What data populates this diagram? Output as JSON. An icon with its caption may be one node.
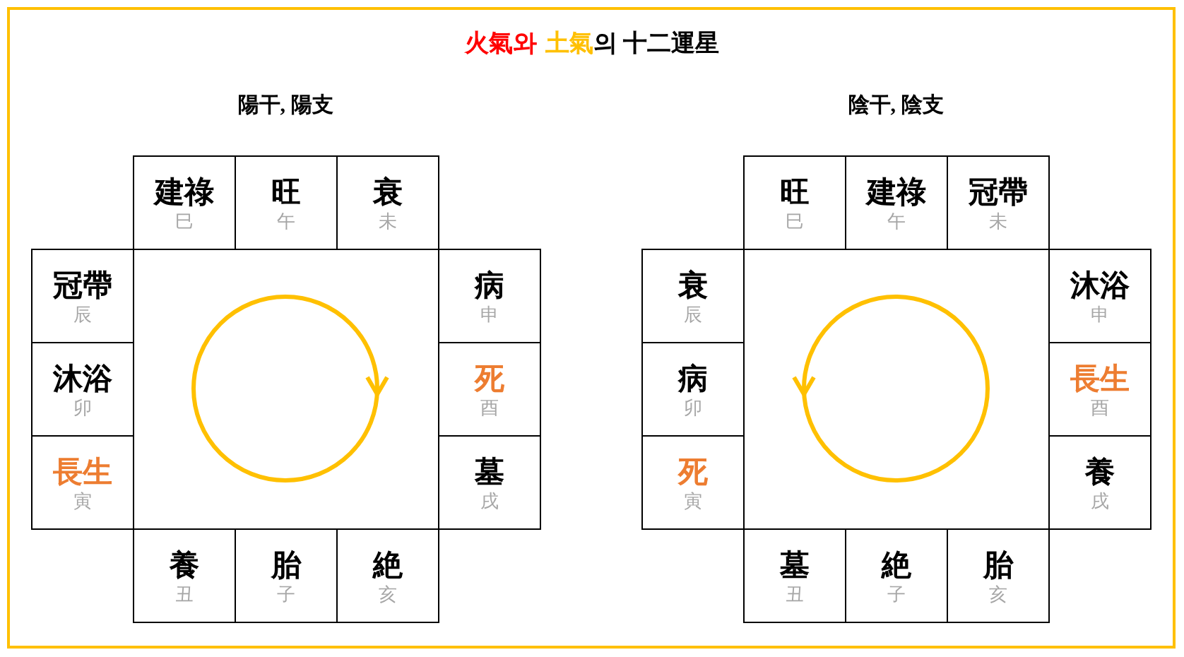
{
  "diagram": {
    "nodes": [
      {
        "text": [
          "建祿",
          "巳"
        ]
      },
      {
        "text": [
          "旺",
          "午"
        ]
      },
      {
        "text": [
          "衰",
          "未"
        ]
      },
      {
        "text": [
          "冠帶",
          "辰"
        ]
      },
      {
        "text": [
          "病",
          "申"
        ]
      },
      {
        "text": [
          "沐浴",
          "卯"
        ]
      },
      {
        "text": [
          "死",
          "酉"
        ]
      },
      {
        "text": [
          "長生",
          "寅"
        ]
      },
      {
        "text": [
          "墓",
          "戌"
        ]
      },
      {
        "text": [
          "養",
          "丑"
        ]
      },
      {
        "text": [
          "胎",
          "子"
        ]
      },
      {
        "text": [
          "絶",
          "亥"
        ]
      },
      {
        "text": [
          "旺",
          "巳"
        ]
      },
      {
        "text": [
          "建祿",
          "午"
        ]
      },
      {
        "text": [
          "冠帶",
          "未"
        ]
      },
      {
        "text": [
          "衰",
          "辰"
        ]
      },
      {
        "text": [
          "沐浴",
          "申"
        ]
      },
      {
        "text": [
          "病",
          "卯"
        ]
      },
      {
        "text": [
          "長生",
          "酉"
        ]
      },
      {
        "text": [
          "死",
          "寅"
        ]
      },
      {
        "text": [
          "養",
          "戌"
        ]
      },
      {
        "text": [
          "墓",
          "丑"
        ]
      },
      {
        "text": [
          "絶",
          "子"
        ]
      },
      {
        "text": [
          "胎",
          "亥"
        ]
      }
    ],
    "labels": [
      "火氣와",
      "土氣",
      "의 十二運星",
      "陽干, 陽支",
      "陰干, 陰支"
    ]
  }
}
